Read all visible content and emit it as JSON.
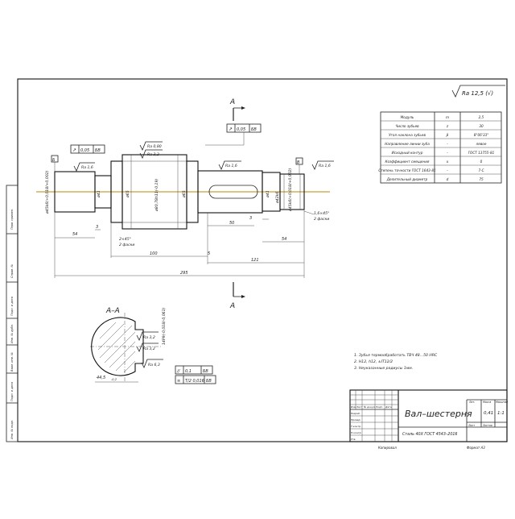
{
  "roughness": {
    "general": "Ra 12,5 (√)"
  },
  "section": {
    "letter_top": "A",
    "letter_bottom": "A",
    "title": "A–A"
  },
  "params": [
    {
      "name": "Модуль",
      "sym": "m",
      "val": "2,5"
    },
    {
      "name": "Число зубьев",
      "sym": "z",
      "val": "30"
    },
    {
      "name": "Угол наклона зубьев",
      "sym": "β",
      "val": "8°06'33\""
    },
    {
      "name": "Направление линии зуба",
      "sym": "–",
      "val": "левое"
    },
    {
      "name": "Исходный контур",
      "sym": "–",
      "val": "ГОСТ 13755-81"
    },
    {
      "name": "Коэффициент смещения",
      "sym": "x",
      "val": "0"
    },
    {
      "name": "Степень точности ГОСТ 1643-81",
      "sym": "–",
      "val": "7-C"
    },
    {
      "name": "Делительный диаметр",
      "sym": "d",
      "val": "75"
    }
  ],
  "dims": {
    "d_left": "ø45k6(+0,018/+0,002)",
    "d41": "ø41",
    "d65a": "ø65",
    "d_gear": "ø80,78h11(-0,19)",
    "d65b": "ø65",
    "d41b": "ø41",
    "d_right1": "ø42k6",
    "d_right2": "ø45k6(+0,018/+0,002)",
    "l54a": "54",
    "l3a": "3",
    "l100": "100",
    "l5": "5",
    "l121": "121",
    "l295": "295",
    "l50": "50",
    "l3b": "3",
    "l54b": "54",
    "ch_left": "2×45°",
    "ch_left2": "2 фаски",
    "ch_right": "1,6×45°",
    "ch_right2": "2 фаски",
    "sec_dim": "44,5",
    "sec_tol": "-0,2",
    "sec_key": "14P9(-0,018/-0,061)"
  },
  "tolerances": {
    "runout_top": {
      "sym": "↗",
      "val": "0,05",
      "base": "БВ"
    },
    "runout_left": {
      "sym": "↗",
      "val": "0,05",
      "base": "БВ"
    },
    "datum_b": "Б",
    "datum_v": "В",
    "sec_par": {
      "sym": "//",
      "val": "0,1",
      "base": "БВ"
    },
    "sec_sym": {
      "sym": "≡",
      "val": "T/2 0,016",
      "base": "БВ"
    }
  },
  "rough_marks": {
    "r1": "Ra 1,6",
    "r2": "Ra 0,80",
    "r3": "Ra 3,2",
    "r4": "Ra 1,6",
    "r5": "Ra 1,6",
    "s1": "Ra 3,2",
    "s2": "Ra 3,2",
    "s3": "Ra 6,3"
  },
  "notes": [
    "1. Зубья термообработать ТВЧ 48...50 HRC",
    "2. H12, h12, ±IT12/2",
    "3. Неуказанные радиусы 1мм."
  ],
  "titleblock": {
    "title": "Вал–шестерня",
    "material": "Сталь 40Х ГОСТ 4543–2016",
    "lit_label": "Лит.",
    "mass_label": "Масса",
    "scale_label": "Масштаб",
    "mass": "0,41",
    "scale": "1:1",
    "sheet": "Лист",
    "sheets": "Листов",
    "hdr": [
      "Изм.",
      "Лист",
      "№ докум.",
      "Подп.",
      "Дата"
    ],
    "rows": [
      "Разраб.",
      "Провер.",
      "Т.контр.",
      "Н.контр.",
      "Утв."
    ],
    "copied": "Копировал",
    "format": "Формат   А3"
  },
  "sidebar": [
    "Перв. примен.",
    "Справ. №",
    "Подп. и дата",
    "Инв. № дубл.",
    "Взам. инв. №",
    "Подп. и дата",
    "Инв. № подл."
  ]
}
